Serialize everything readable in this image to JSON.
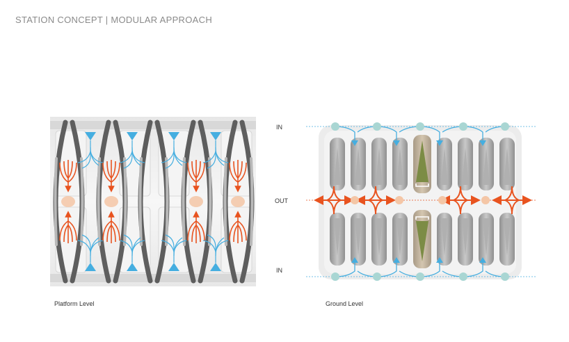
{
  "header": {
    "title": "STATION CONCEPT  |  MODULAR APPROACH"
  },
  "platform": {
    "caption": "Platform Level"
  },
  "ground": {
    "caption": "Ground Level",
    "label_in_top": "IN",
    "label_out": "OUT",
    "label_in_bottom": "IN"
  },
  "colors": {
    "structure": "#5e5e5e",
    "inbound_flow": "#45aee0",
    "outbound_flow": "#e8531f",
    "node_in": "#a9d6d3",
    "node_out": "#f4c6a6",
    "planting": "#7c8c45",
    "background_panel": "#ececec"
  },
  "icons": {
    "inbound": "arrow-in-icon",
    "outbound": "arrow-out-icon"
  }
}
